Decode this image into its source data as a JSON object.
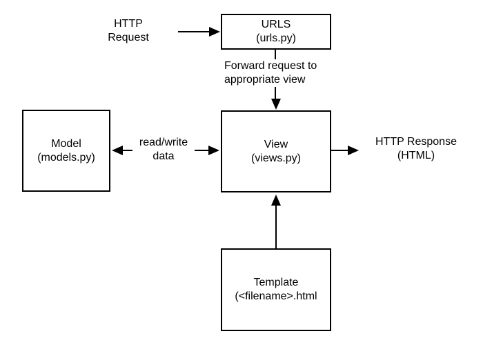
{
  "boxes": {
    "urls": {
      "title": "URLS",
      "subtitle": "(urls.py)"
    },
    "model": {
      "title": "Model",
      "subtitle": "(models.py)"
    },
    "view": {
      "title": "View",
      "subtitle": "(views.py)"
    },
    "template": {
      "title": "Template",
      "subtitle": "(<filename>.html"
    }
  },
  "labels": {
    "http_request": {
      "line1": "HTTP",
      "line2": "Request"
    },
    "forward_request": {
      "line1": "Forward request to",
      "line2": "appropriate view"
    },
    "read_write": {
      "line1": "read/write",
      "line2": "data"
    },
    "http_response": {
      "line1": "HTTP Response",
      "line2": "(HTML)"
    }
  },
  "colors": {
    "line": "#000000",
    "box_border": "#000000",
    "text": "#000000",
    "background": "#ffffff"
  }
}
